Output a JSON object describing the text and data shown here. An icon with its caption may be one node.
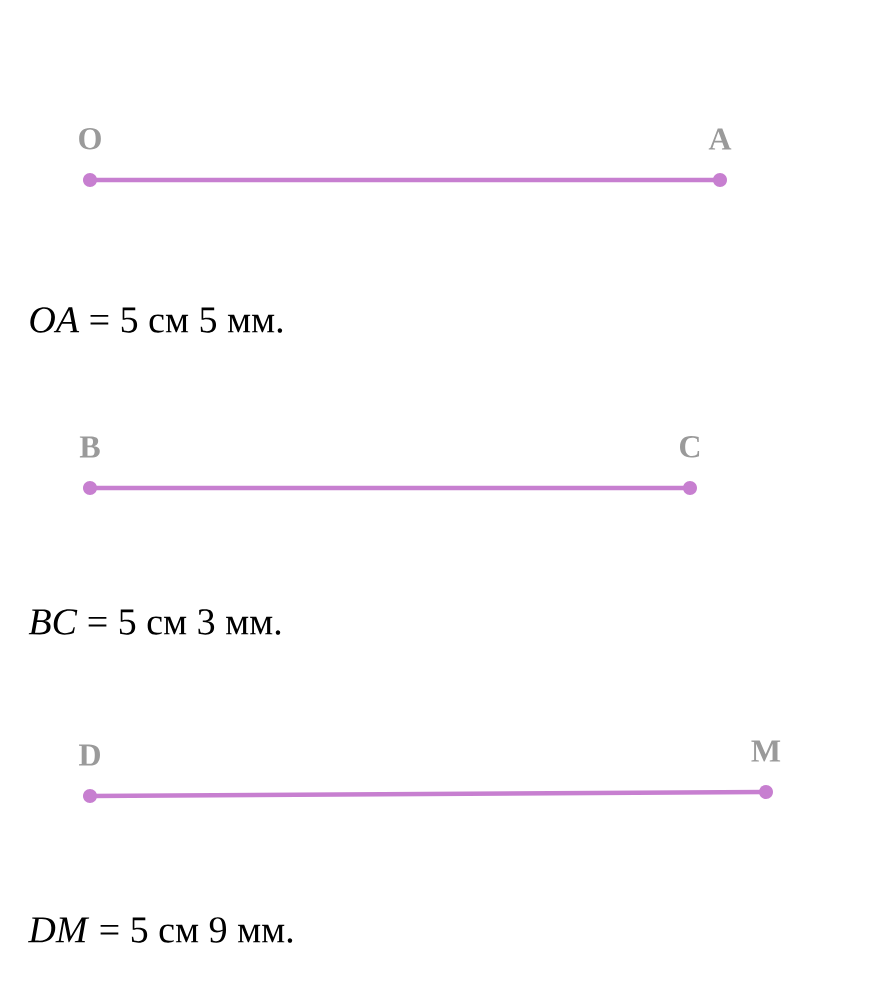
{
  "diagram": {
    "nodes": [
      {
        "text": [
          "O"
        ]
      },
      {
        "text": [
          "A"
        ]
      },
      {
        "text": [
          "B"
        ]
      },
      {
        "text": [
          "C"
        ]
      },
      {
        "text": [
          "D"
        ]
      },
      {
        "text": [
          "M"
        ]
      }
    ],
    "edges": [
      {
        "from": 0,
        "to": 1,
        "arrow": "none"
      },
      {
        "from": 2,
        "to": 3,
        "arrow": "none"
      },
      {
        "from": 4,
        "to": 5,
        "arrow": "none"
      }
    ],
    "labels": [
      "*OA* = 5 см 5 мм.",
      "*BC* = 5 см 3 мм.",
      "*DM* = 5 см 9 мм."
    ]
  }
}
